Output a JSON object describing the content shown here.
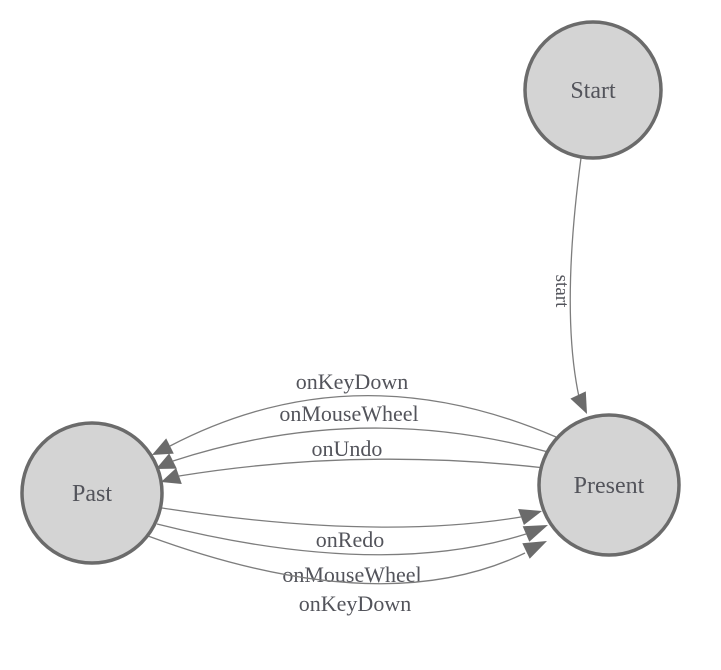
{
  "background": "#ffffff",
  "colors": {
    "background": "#ffffff",
    "node_fill": "#d4d4d4",
    "node_stroke": "#6b6b6b",
    "edge_color": "#7d7d7d",
    "arrow_color": "#6b6b6b",
    "text_color": "#53545b"
  },
  "diagram": {
    "type": "state-machine",
    "nodes": [
      {
        "id": "start",
        "label": "Start"
      },
      {
        "id": "past",
        "label": "Past"
      },
      {
        "id": "present",
        "label": "Present"
      }
    ],
    "edges": [
      {
        "from": "Start",
        "to": "Present",
        "label": "start"
      },
      {
        "from": "Present",
        "to": "Past",
        "label": "onKeyDown"
      },
      {
        "from": "Present",
        "to": "Past",
        "label": "onMouseWheel"
      },
      {
        "from": "Present",
        "to": "Past",
        "label": "onUndo"
      },
      {
        "from": "Past",
        "to": "Present",
        "label": "onRedo"
      },
      {
        "from": "Past",
        "to": "Present",
        "label": "onMouseWheel"
      },
      {
        "from": "Past",
        "to": "Present",
        "label": "onKeyDown"
      }
    ]
  }
}
